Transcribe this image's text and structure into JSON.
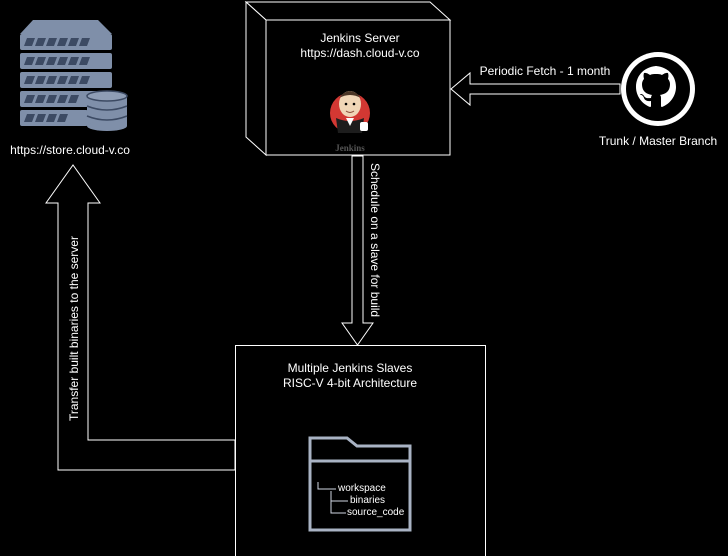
{
  "storage": {
    "icon": "server-database-icon",
    "url": "https://store.cloud-v.co"
  },
  "jenkins_server": {
    "title": "Jenkins Server",
    "url": "https://dash.cloud-v.co",
    "logo_icon": "jenkins-butler-icon",
    "logo_text": "Jenkins"
  },
  "github": {
    "icon": "github-octocat-icon",
    "label": "Trunk / Master Branch"
  },
  "slaves": {
    "title": "Multiple Jenkins Slaves",
    "subtitle": "RISC-V 4-bit Architecture",
    "folder_icon": "folder-icon",
    "tree": {
      "root": "workspace",
      "children": [
        "binaries",
        "source_code"
      ]
    }
  },
  "edges": {
    "fetch": "Periodic Fetch - 1 month",
    "schedule": "Schedule on a slave for build",
    "transfer": "Transfer built binaries to the server"
  },
  "colors": {
    "background": "#000000",
    "stroke": "#ffffff",
    "server_icon": "#7f8fa9",
    "server_icon_dark": "#3c4a63"
  }
}
